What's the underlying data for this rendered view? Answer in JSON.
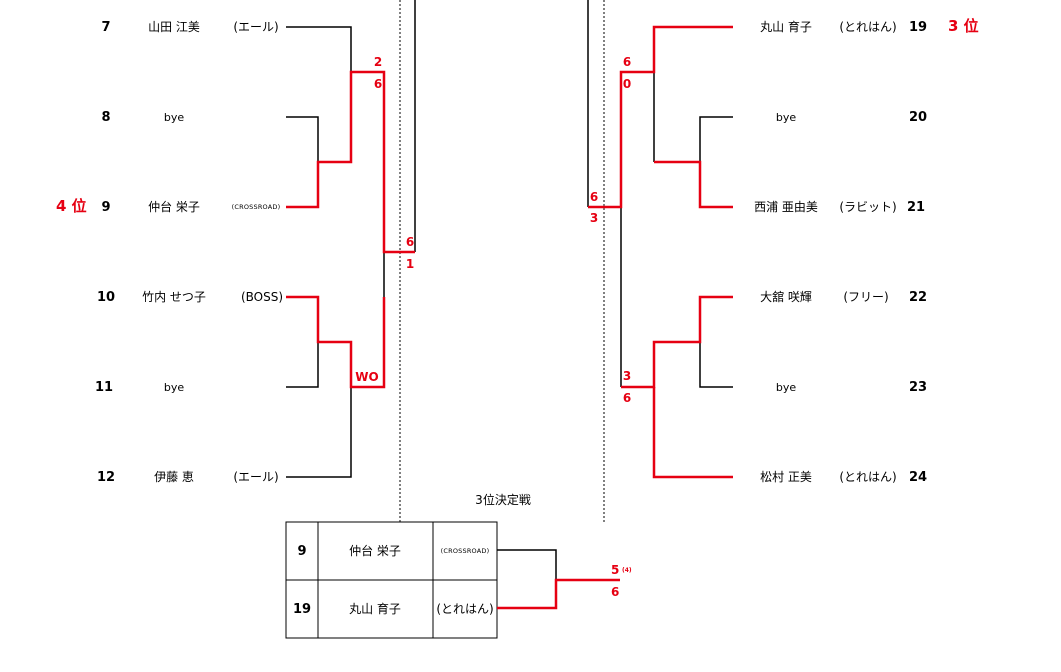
{
  "left_entries": [
    {
      "no": "7",
      "name": "山田 江美",
      "club": "(エール)",
      "bye": false
    },
    {
      "no": "8",
      "name": "bye",
      "club": "",
      "bye": true
    },
    {
      "no": "9",
      "name": "仲台 栄子",
      "club": "(CROSSROAD)",
      "bye": false
    },
    {
      "no": "10",
      "name": "竹内 せつ子",
      "club": "(BOSS)",
      "bye": false
    },
    {
      "no": "11",
      "name": "bye",
      "club": "",
      "bye": true
    },
    {
      "no": "12",
      "name": "伊藤 恵",
      "club": "(エール)",
      "bye": false
    }
  ],
  "right_entries": [
    {
      "no": "19",
      "name": "丸山 育子",
      "club": "(とれはん)",
      "bye": false
    },
    {
      "no": "20",
      "name": "bye",
      "club": "",
      "bye": true
    },
    {
      "no": "21",
      "name": "西浦 亜由美",
      "club": "(ラビット)",
      "bye": false
    },
    {
      "no": "22",
      "name": "大舘 咲輝",
      "club": "(フリー)",
      "bye": false
    },
    {
      "no": "23",
      "name": "bye",
      "club": "",
      "bye": true
    },
    {
      "no": "24",
      "name": "松村 正美",
      "club": "(とれはん)",
      "bye": false
    }
  ],
  "ranks": {
    "left_4th": "4 位",
    "right_3rd": "3 位"
  },
  "scores": {
    "l_7_8_9_top": "2",
    "l_7_8_9_bottom": "6",
    "l_10_11_12": "WO",
    "l_semi_top": "6",
    "l_semi_bottom": "1",
    "r_19_20_21_top": "6",
    "r_19_20_21_bottom": "0",
    "r_22_23_24_top": "3",
    "r_22_23_24_bottom": "6",
    "r_semi_top": "6",
    "r_semi_bottom": "3"
  },
  "third_place": {
    "title": "3位決定戦",
    "rows": [
      {
        "no": "9",
        "name": "仲台 栄子",
        "club": "(CROSSROAD)"
      },
      {
        "no": "19",
        "name": "丸山 育子",
        "club": "(とれはん)"
      }
    ],
    "score_top": "5",
    "score_top_sub": "(4)",
    "score_bottom": "6"
  },
  "colors": {
    "win": "#e60012",
    "line": "#000000"
  }
}
